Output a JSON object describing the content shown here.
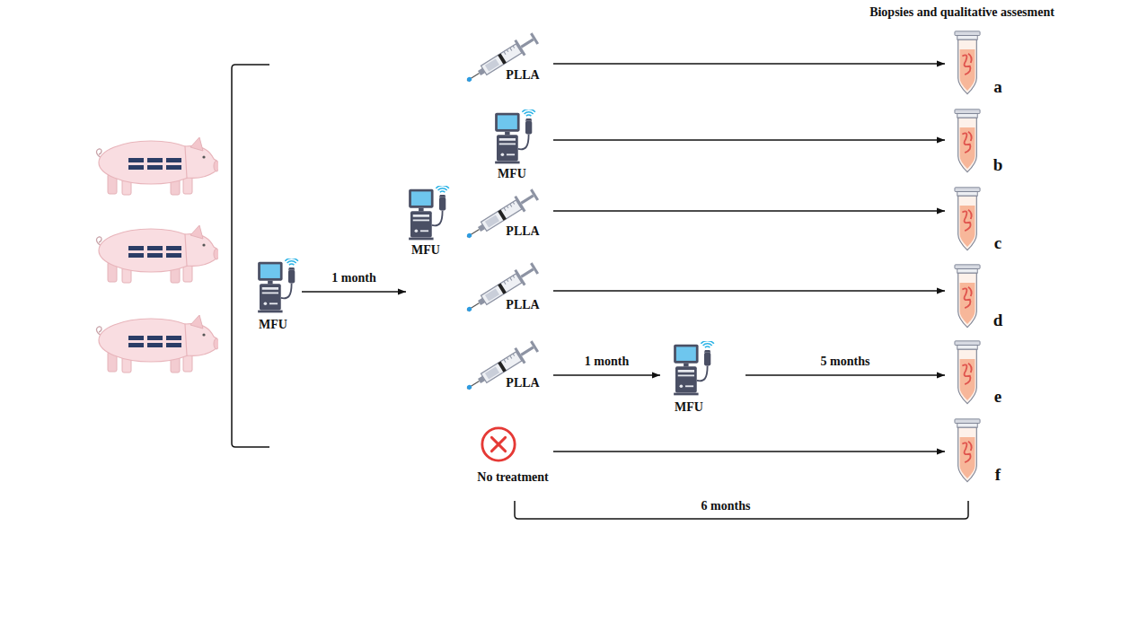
{
  "diagram": {
    "nodes": [
      {
        "text": [
          "MFU"
        ]
      },
      {
        "text": [
          "MFU"
        ]
      },
      {
        "text": [
          "PLLA"
        ]
      },
      {
        "text": [
          "a"
        ]
      },
      {
        "text": [
          "MFU"
        ]
      },
      {
        "text": [
          "b"
        ]
      },
      {
        "text": [
          "PLLA"
        ]
      },
      {
        "text": [
          "c"
        ]
      },
      {
        "text": [
          "PLLA"
        ]
      },
      {
        "text": [
          "d"
        ]
      },
      {
        "text": [
          "PLLA"
        ]
      },
      {
        "text": [
          "MFU"
        ]
      },
      {
        "text": [
          "e"
        ]
      },
      {
        "text": [
          "No treatment"
        ]
      },
      {
        "text": [
          "f"
        ]
      }
    ],
    "edges": [
      {
        "from": 0,
        "to": 1,
        "label": "1 month",
        "arrow": "to"
      },
      {
        "from": 2,
        "to": 3,
        "arrow": "to"
      },
      {
        "from": 4,
        "to": 5,
        "arrow": "to"
      },
      {
        "from": 6,
        "to": 7,
        "arrow": "to"
      },
      {
        "from": 8,
        "to": 9,
        "arrow": "to"
      },
      {
        "from": 10,
        "to": 11,
        "label": "1 month",
        "arrow": "to"
      },
      {
        "from": 11,
        "to": 12,
        "label": "5 months",
        "arrow": "to"
      },
      {
        "from": 13,
        "to": 14,
        "arrow": "to"
      }
    ],
    "labels": [
      "Biopsies and qualitative assesment",
      "6 months"
    ]
  }
}
